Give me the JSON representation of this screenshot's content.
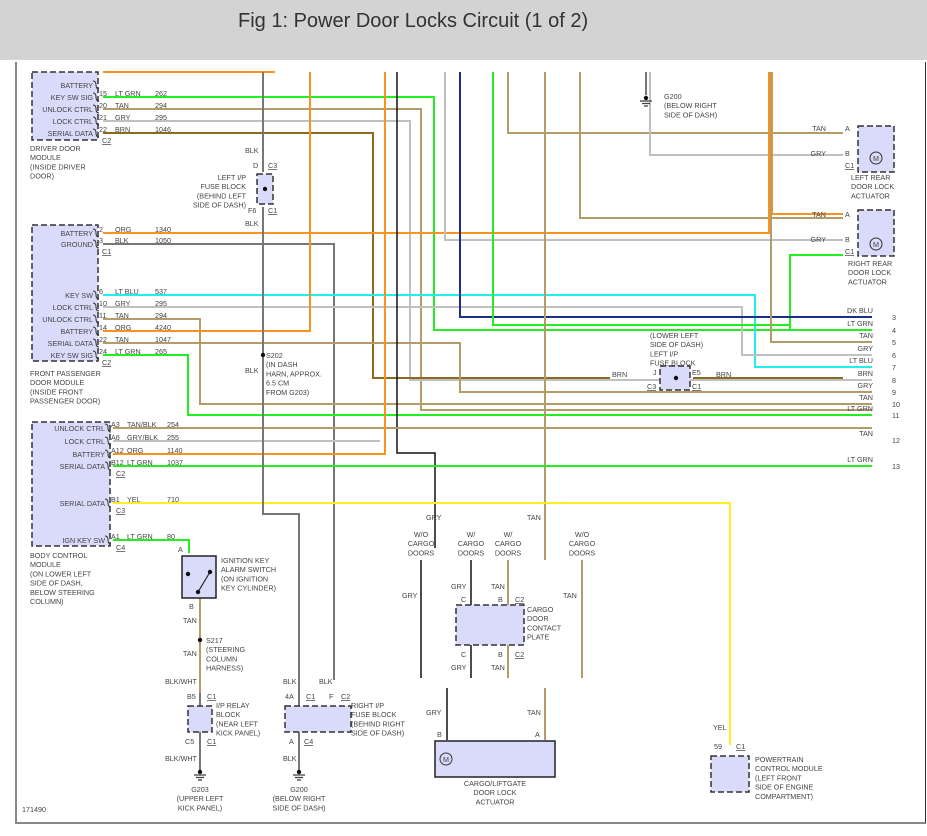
{
  "header": {
    "title": "Fig 1: Power Door Locks Circuit (1 of 2)"
  },
  "figure_id": "171490",
  "colors": {
    "ORG": "#f7931e",
    "LT GRN": "#22ee22",
    "TAN": "#b59a6a",
    "GRY": "#c0c0c0",
    "BRN": "#8b6b1e",
    "BLK": "#111111",
    "LT BLU": "#22eeee",
    "DK BLU": "#1a2f8a",
    "YEL": "#ffee22",
    "BLKG": "#777777",
    "module_fill": "#dadafa"
  },
  "driver_door_module": {
    "name": [
      "DRIVER DOOR",
      "MODULE",
      "(INSIDE DRIVER",
      "DOOR)"
    ],
    "pins": [
      {
        "label": "BATTERY",
        "pin": "",
        "color": "",
        "circuit": ""
      },
      {
        "label": "KEY SW SIG",
        "pin": "15",
        "color": "LT GRN",
        "circuit": "262"
      },
      {
        "label": "UNLOCK CTRL",
        "pin": "20",
        "color": "TAN",
        "circuit": "294"
      },
      {
        "label": "LOCK CTRL",
        "pin": "21",
        "color": "GRY",
        "circuit": "295"
      },
      {
        "label": "SERIAL DATA",
        "pin": "22",
        "color": "BRN",
        "circuit": "1046"
      }
    ],
    "connector": "C2"
  },
  "left_ip_fuse_block_top": {
    "name": [
      "LEFT I/P",
      "FUSE BLOCK",
      "(BEHIND LEFT",
      "SIDE OF DASH)"
    ],
    "top_pin": "D",
    "top_conn": "C3",
    "bottom_pin": "F6",
    "bottom_conn": "C1",
    "wire_top": "BLK",
    "wire_bottom": "BLK"
  },
  "g200_top": {
    "name": [
      "G200",
      "(BELOW RIGHT",
      "SIDE OF DASH)"
    ]
  },
  "left_rear_actuator": {
    "name": [
      "LEFT REAR",
      "DOOR LOCK",
      "ACTUATOR"
    ],
    "pins": [
      {
        "pin": "A",
        "color": "TAN"
      },
      {
        "pin": "B",
        "color": "GRY"
      }
    ],
    "connector": "C1"
  },
  "right_rear_actuator": {
    "name": [
      "RIGHT REAR",
      "DOOR LOCK",
      "ACTUATOR"
    ],
    "pins": [
      {
        "pin": "A",
        "color": "TAN"
      },
      {
        "pin": "B",
        "color": "GRY"
      }
    ],
    "connector": "C1"
  },
  "front_passenger_door_module": {
    "name": [
      "FRONT PASSENGER",
      "DOOR MODULE",
      "(INSIDE FRONT",
      "PASSENGER DOOR)"
    ],
    "pins_c1": [
      {
        "label": "BATTERY",
        "pin": "2",
        "color": "ORG",
        "circuit": "1340"
      },
      {
        "label": "GROUND",
        "pin": "3",
        "color": "BLK",
        "circuit": "1050"
      }
    ],
    "pins_c2": [
      {
        "label": "KEY SW",
        "pin": "6",
        "color": "LT BLU",
        "circuit": "537"
      },
      {
        "label": "LOCK CTRL",
        "pin": "10",
        "color": "GRY",
        "circuit": "295"
      },
      {
        "label": "UNLOCK CTRL",
        "pin": "11",
        "color": "TAN",
        "circuit": "294"
      },
      {
        "label": "BATTERY",
        "pin": "14",
        "color": "ORG",
        "circuit": "4240"
      },
      {
        "label": "SERIAL DATA",
        "pin": "22",
        "color": "TAN",
        "circuit": "1047"
      },
      {
        "label": "KEY SW SIG",
        "pin": "24",
        "color": "LT GRN",
        "circuit": "265"
      }
    ],
    "connector_c1": "C1",
    "connector_c2": "C2"
  },
  "s202": {
    "name": [
      "S202",
      "(IN DASH",
      "HARN, APPROX.",
      "6.5 CM",
      "FROM G203)"
    ],
    "wire": "BLK"
  },
  "left_ip_fuse_block_mid": {
    "name": [
      "(LOWER LEFT",
      "SIDE OF DASH)",
      "LEFT I/P",
      "FUSE BLOCK"
    ],
    "left_pin": "J",
    "left_conn": "C3",
    "right_pin": "E5",
    "right_conn": "C1",
    "wire_left": "BRN",
    "wire_right": "BRN"
  },
  "right_edge_wires": [
    {
      "num": "3",
      "color": "DK BLU"
    },
    {
      "num": "4",
      "color": "LT GRN"
    },
    {
      "num": "5",
      "color": "TAN"
    },
    {
      "num": "6",
      "color": "GRY"
    },
    {
      "num": "7",
      "color": "LT BLU"
    },
    {
      "num": "8",
      "color": "BRN"
    },
    {
      "num": "9",
      "color": "GRY"
    },
    {
      "num": "10",
      "color": "TAN"
    },
    {
      "num": "11",
      "color": "LT GRN"
    },
    {
      "num": "12",
      "color": "TAN"
    },
    {
      "num": "13",
      "color": "LT GRN"
    }
  ],
  "body_control_module": {
    "name": [
      "BODY CONTROL",
      "MODULE",
      "(ON LOWER LEFT",
      "SIDE OF DASH,",
      "BELOW STEERING",
      "COLUMN)"
    ],
    "pins_c2": [
      {
        "label": "UNLOCK CTRL",
        "pin": "A3",
        "color": "TAN/BLK",
        "circuit": "254"
      },
      {
        "label": "LOCK CTRL",
        "pin": "A6",
        "color": "GRY/BLK",
        "circuit": "255"
      },
      {
        "label": "BATTERY",
        "pin": "A12",
        "color": "ORG",
        "circuit": "1140"
      },
      {
        "label": "SERIAL DATA",
        "pin": "B12",
        "color": "LT GRN",
        "circuit": "1037"
      }
    ],
    "pins_c3": [
      {
        "label": "SERIAL DATA",
        "pin": "B1",
        "color": "YEL",
        "circuit": "710"
      }
    ],
    "pins_c4": [
      {
        "label": "IGN KEY SW",
        "pin": "A1",
        "color": "LT GRN",
        "circuit": "80"
      }
    ],
    "connector_c2": "C2",
    "connector_c3": "C3",
    "connector_c4": "C4"
  },
  "ignition_key_alarm_switch": {
    "name": [
      "IGNITION KEY",
      "ALARM SWITCH",
      "(ON IGNITION",
      "KEY CYLINDER)"
    ],
    "pin_top": "A",
    "pin_bottom": "B",
    "wire_bottom": "TAN"
  },
  "s217": {
    "name": [
      "S217",
      "(STEERING",
      "COLUMN",
      "HARNESS)"
    ],
    "wire_top": "TAN",
    "wire_bottom": "TAN"
  },
  "ip_relay_block": {
    "name": [
      "I/P RELAY",
      "BLOCK",
      "(NEAR LEFT",
      "KICK PANEL)"
    ],
    "wire_top": "BLK/WHT",
    "top_pin": "B5",
    "top_conn": "C1",
    "bottom_pin": "C5",
    "bottom_conn": "C1",
    "wire_bottom": "BLK/WHT"
  },
  "g203": {
    "name": [
      "G203",
      "(UPPER LEFT",
      "KICK PANEL)"
    ]
  },
  "right_ip_fuse_block": {
    "name": [
      "RIGHT I/P",
      "FUSE BLOCK",
      "(BEHIND RIGHT",
      "SIDE OF DASH)"
    ],
    "wire_left": "BLK",
    "wire_right": "BLK",
    "pin_left": "4A",
    "conn_left": "C1",
    "pin_right": "F",
    "conn_right": "C2",
    "bottom_pin": "A",
    "bottom_conn": "C4",
    "wire_bottom": "BLK"
  },
  "g200_bottom": {
    "name": [
      "G200",
      "(BELOW RIGHT",
      "SIDE OF DASH)"
    ]
  },
  "cargo": {
    "wire_gry": "GRY",
    "wire_tan": "TAN",
    "options": [
      [
        "W/O",
        "CARGO",
        "DOORS"
      ],
      [
        "W/",
        "CARGO",
        "DOORS"
      ],
      [
        "W/",
        "CARGO",
        "DOORS"
      ],
      [
        "W/O",
        "CARGO",
        "DOORS"
      ]
    ],
    "contact_plate": {
      "name": [
        "CARGO",
        "DOOR",
        "CONTACT",
        "PLATE"
      ],
      "pin_left": "C",
      "pin_right": "B",
      "conn": "C2"
    },
    "actuator": {
      "name": [
        "CARGO/LIFTGATE",
        "DOOR LOCK",
        "ACTUATOR"
      ],
      "pin_left": "B",
      "pin_right": "A"
    }
  },
  "pcm": {
    "name": [
      "POWERTRAIN",
      "CONTROL MODULE",
      "(LEFT FRONT",
      "SIDE OF ENGINE",
      "COMPARTMENT)"
    ],
    "wire": "YEL",
    "pin": "59",
    "conn": "C1"
  }
}
